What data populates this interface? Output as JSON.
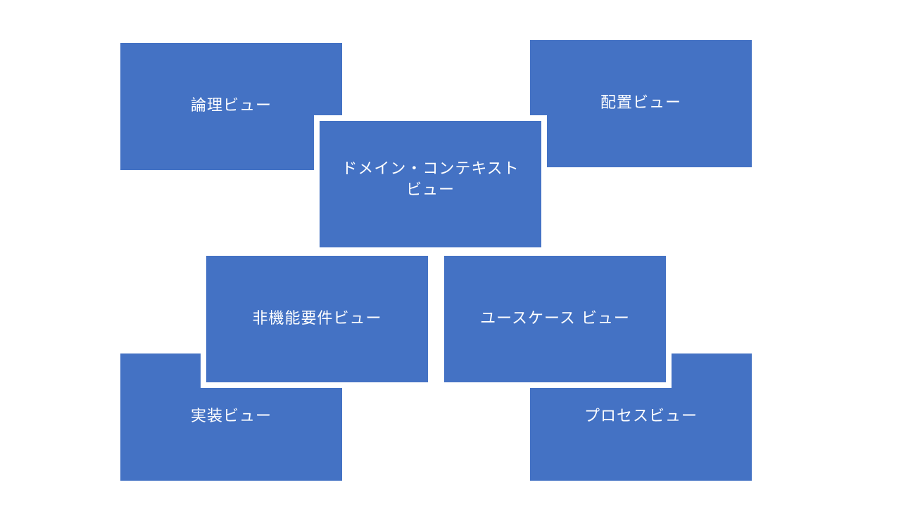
{
  "diagram": {
    "box_color": "#4472C4",
    "text_color": "#FFFFFF",
    "background": "#FFFFFF",
    "views": {
      "logical": "論理ビュー",
      "deployment": "配置ビュー",
      "domain_context_line1": "ドメイン・コンテキスト",
      "domain_context_line2": "ビュー",
      "non_functional": "非機能要件ビュー",
      "use_case": "ユースケース ビュー",
      "implementation": "実装ビュー",
      "process": "プロセスビュー"
    }
  }
}
